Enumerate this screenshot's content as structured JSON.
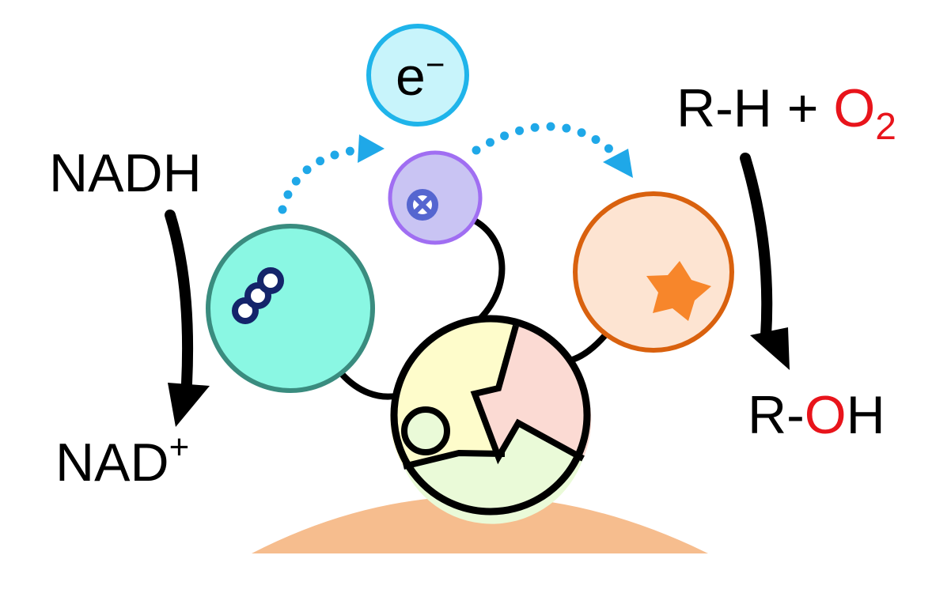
{
  "labels": {
    "nadh": "NADH",
    "nad_base": "NAD",
    "nad_charge": "+",
    "electron": "e",
    "electron_charge": "−",
    "substrate_prefix": "R-H + ",
    "oxygen_symbol": "O",
    "oxygen_subscript": "2",
    "product_prefix": "R-",
    "product_oxygen": "O",
    "product_suffix": "H"
  },
  "icons": {
    "left_domain": "three-linked-rings-icon",
    "middle_domain": "circled-x-icon",
    "right_domain": "star-icon"
  },
  "colors": {
    "electron_fill": "#c8f4fb",
    "electron_stroke": "#1fb4ea",
    "arrow_dotted": "#1fa8e8",
    "left_domain_fill": "#8af7e3",
    "left_domain_stroke": "#3a8c7f",
    "middle_domain_fill": "#c9c4f3",
    "middle_domain_stroke": "#a06ef2",
    "right_domain_fill": "#fde4d2",
    "right_domain_stroke": "#d9610e",
    "star": "#f7862b",
    "membrane": "#f6bd8e",
    "oxygen_red": "#e8141b",
    "core_yellow": "#fefccb",
    "core_pink": "#fbdad3",
    "core_green": "#eafad8"
  }
}
